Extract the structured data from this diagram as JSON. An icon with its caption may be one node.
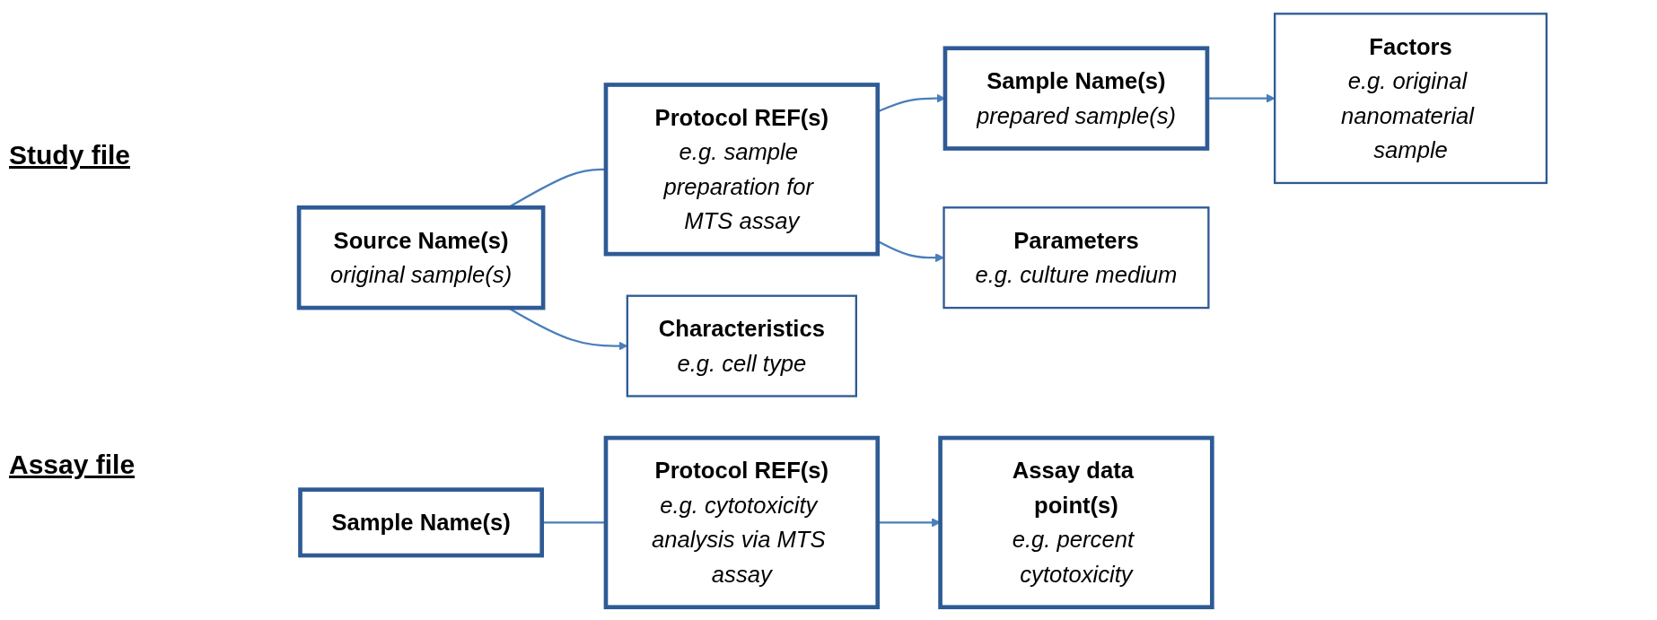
{
  "diagram": {
    "nodes": [
      {
        "text": [
          "Source Name(s)",
          "original sample(s)"
        ]
      },
      {
        "text": [
          "Protocol REF(s)",
          "e.g. sample preparation for MTS assay"
        ]
      },
      {
        "text": [
          "Sample Name(s)",
          "prepared sample(s)"
        ]
      },
      {
        "text": [
          "Characteristics",
          "e.g. cell type"
        ]
      },
      {
        "text": [
          "Parameters",
          "e.g. culture medium"
        ]
      },
      {
        "text": [
          "Factors",
          "e.g. original nanomaterial sample"
        ]
      },
      {
        "text": [
          "Sample Name(s)"
        ]
      },
      {
        "text": [
          "Protocol REF(s)",
          "e.g. cytotoxicity analysis via MTS assay"
        ]
      },
      {
        "text": [
          "Assay data point(s)",
          "e.g. percent cytotoxicity"
        ]
      }
    ],
    "edges": [
      {
        "from": 0,
        "to": 1,
        "arrow": "none"
      },
      {
        "from": 1,
        "to": 2,
        "arrow": "to"
      },
      {
        "from": 0,
        "to": 3,
        "arrow": "to"
      },
      {
        "from": 1,
        "to": 4,
        "arrow": "to"
      },
      {
        "from": 2,
        "to": 5,
        "arrow": "to"
      },
      {
        "from": 6,
        "to": 7,
        "arrow": "none"
      },
      {
        "from": 7,
        "to": 8,
        "arrow": "to"
      }
    ],
    "labels": [
      "Study file",
      "Assay file"
    ]
  }
}
